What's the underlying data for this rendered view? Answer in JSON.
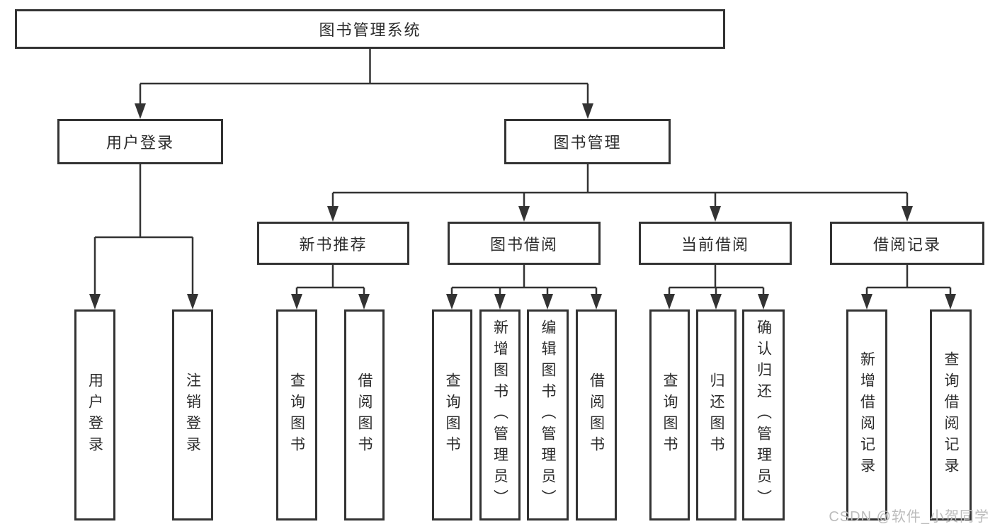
{
  "tree": {
    "label": "图书管理系统",
    "children": [
      {
        "label": "用户登录",
        "children": [
          {
            "label": "用户登录"
          },
          {
            "label": "注销登录"
          }
        ]
      },
      {
        "label": "图书管理",
        "children": [
          {
            "label": "新书推荐",
            "children": [
              {
                "label": "查询图书"
              },
              {
                "label": "借阅图书"
              }
            ]
          },
          {
            "label": "图书借阅",
            "children": [
              {
                "label": "查询图书"
              },
              {
                "label": "新增图书（管理员）"
              },
              {
                "label": "编辑图书（管理员）"
              },
              {
                "label": "借阅图书"
              }
            ]
          },
          {
            "label": "当前借阅",
            "children": [
              {
                "label": "查询图书"
              },
              {
                "label": "归还图书"
              },
              {
                "label": "确认归还（管理员）"
              }
            ]
          },
          {
            "label": "借阅记录",
            "children": [
              {
                "label": "新增借阅记录"
              },
              {
                "label": "查询借阅记录"
              }
            ]
          }
        ]
      }
    ]
  },
  "watermark": "CSDN @软件_小贺同学",
  "colors": {
    "line": "#333333",
    "text": "#2b2b2b",
    "background": "#ffffff",
    "watermark": "#bcbcbc"
  }
}
